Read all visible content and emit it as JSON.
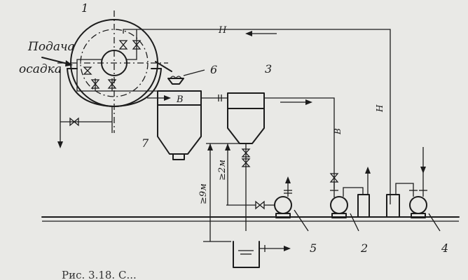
{
  "labels": {
    "feed_line1": "Подача",
    "feed_line2": "осадка",
    "n1": "1",
    "n2": "2",
    "n3": "3",
    "n4": "4",
    "n5": "5",
    "n6": "6",
    "n7": "7",
    "line_n_top": "Н",
    "line_n_vert": "Н",
    "line_b_tank": "В",
    "line_b_vert": "В",
    "dim_9m": "≥9м",
    "dim_2m": "≥2м"
  },
  "caption": {
    "text": "Рис. 3.18. С..."
  },
  "colors": {
    "ink": "#1c1c1c",
    "paper": "#e9e9e6"
  }
}
